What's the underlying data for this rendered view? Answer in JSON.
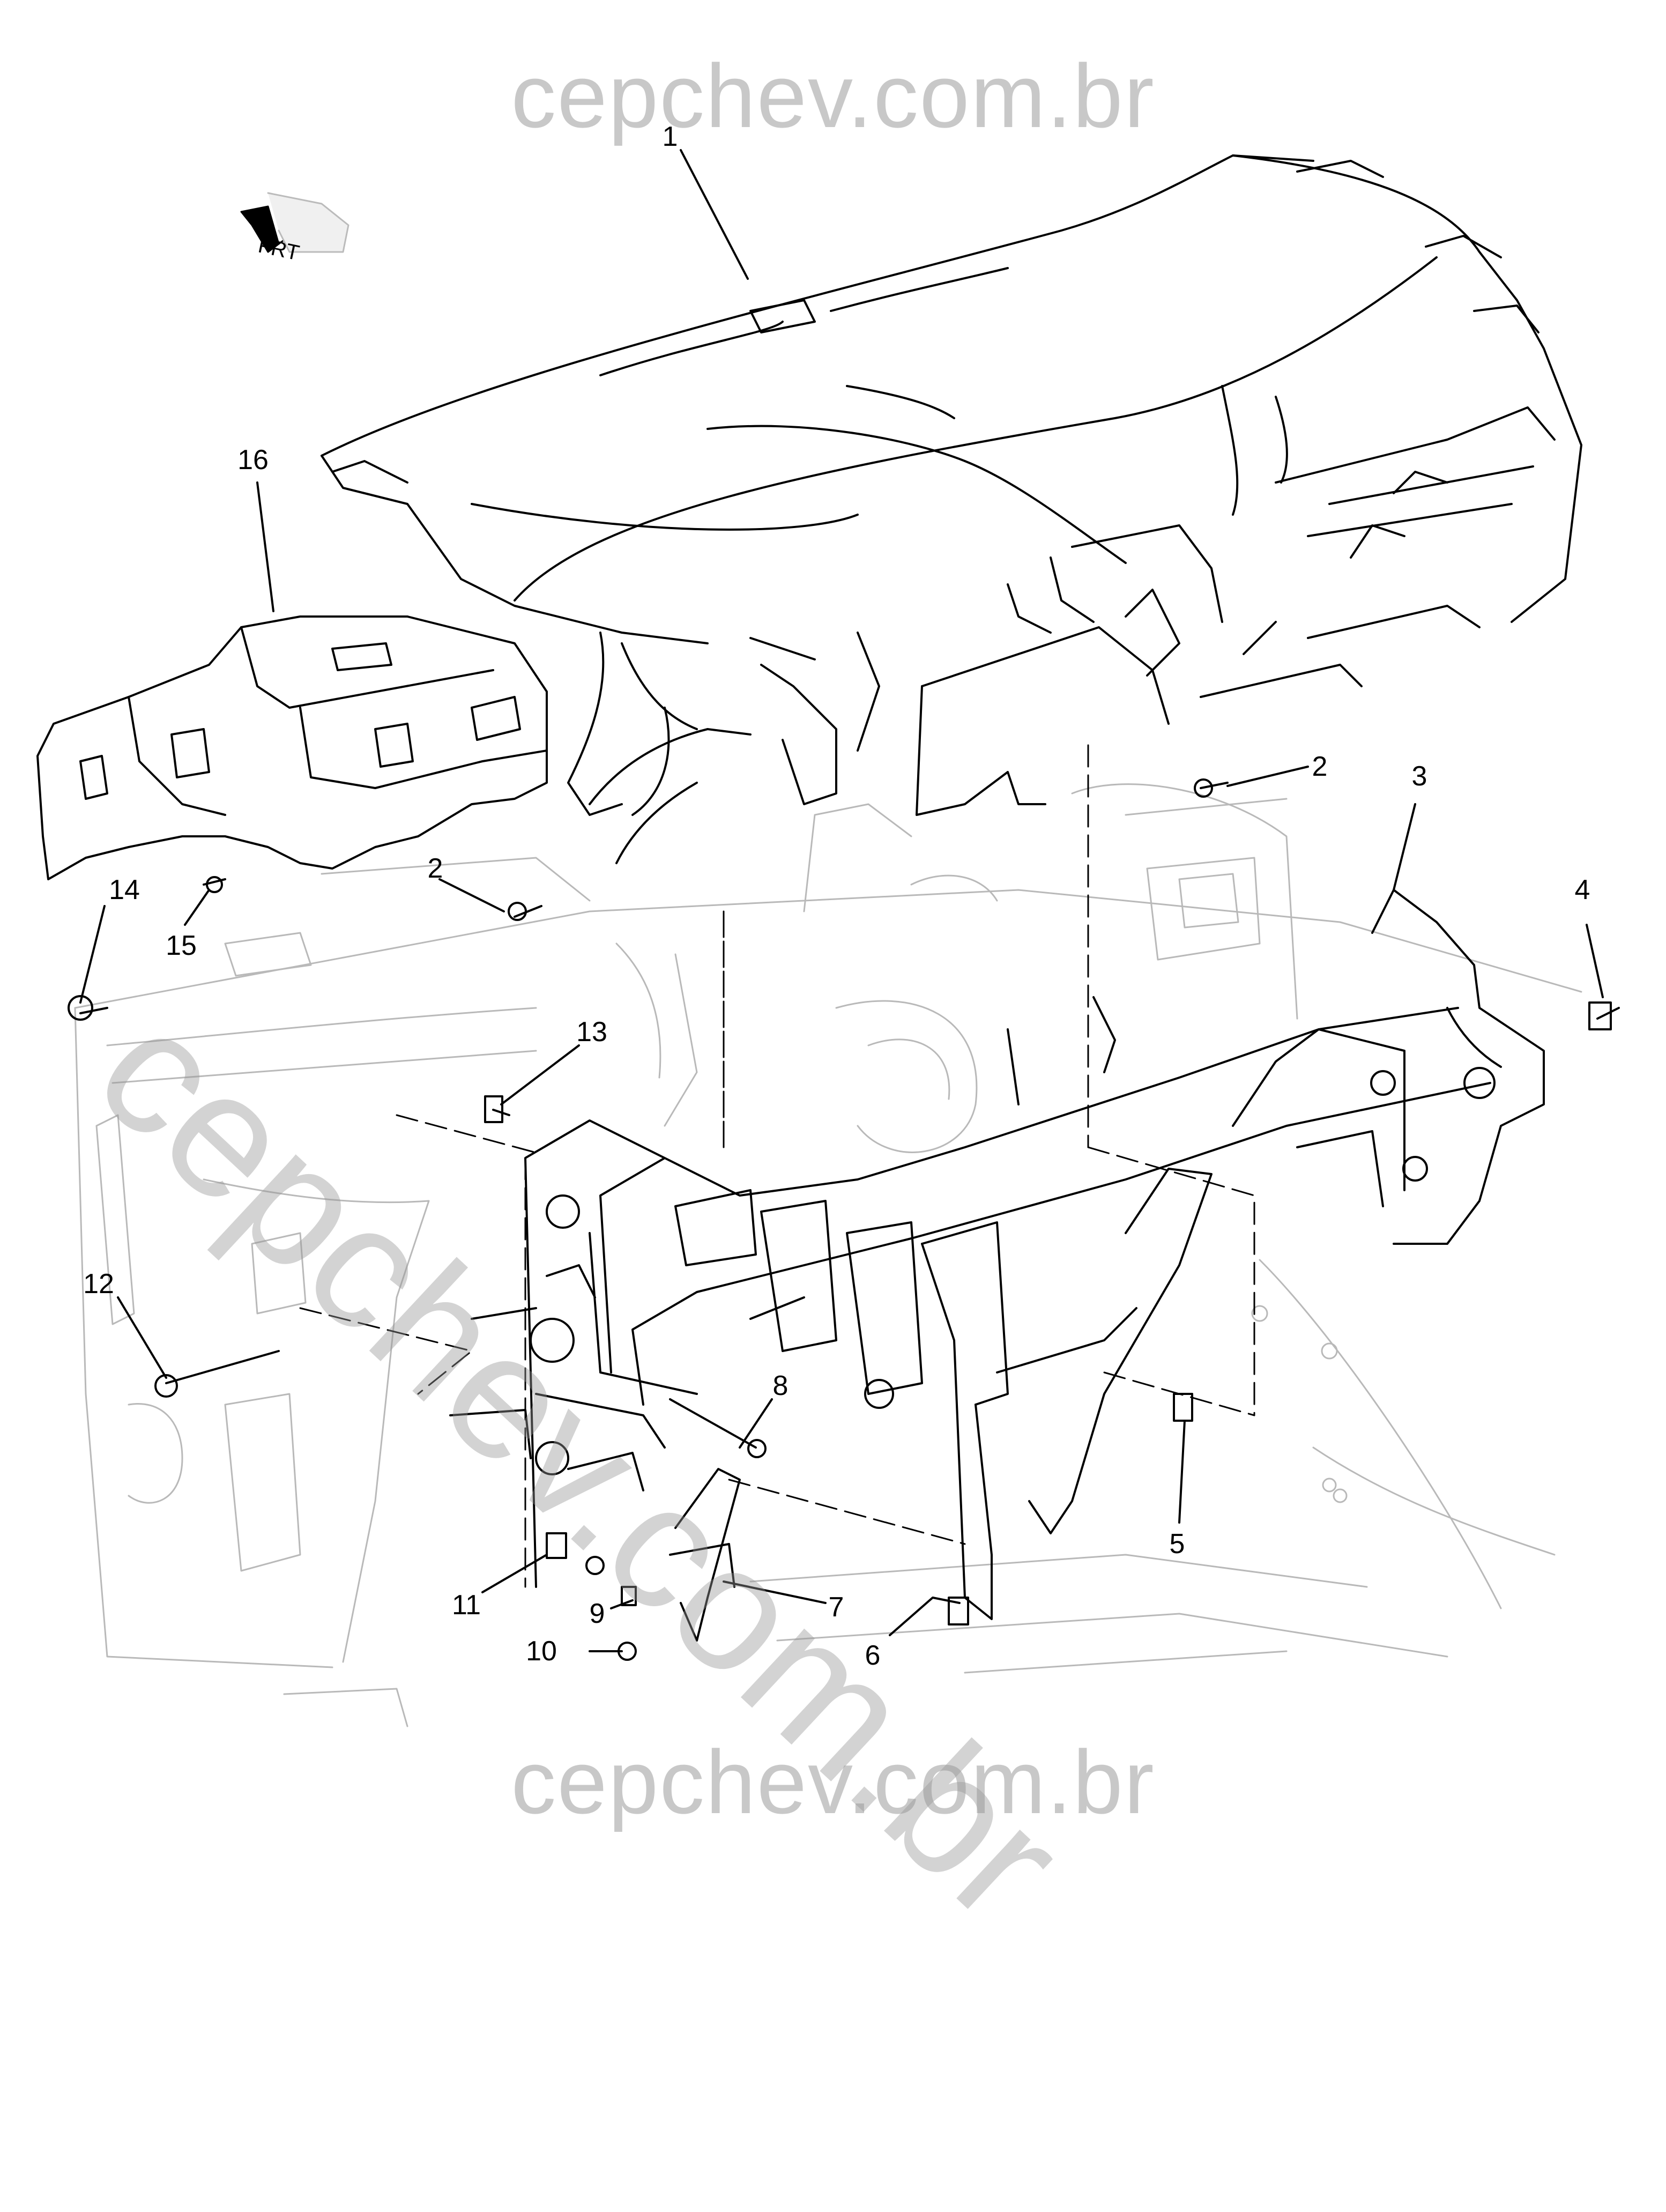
{
  "watermark": {
    "top_text": "cepchev.com.br",
    "diagonal_text": "cepchev.com.br",
    "bottom_text": "cepchev.com.br"
  },
  "orientation": {
    "label": "FRT"
  },
  "callouts": [
    {
      "id": "c1",
      "label": "1"
    },
    {
      "id": "c2a",
      "label": "2"
    },
    {
      "id": "c2b",
      "label": "2"
    },
    {
      "id": "c3",
      "label": "3"
    },
    {
      "id": "c4",
      "label": "4"
    },
    {
      "id": "c5",
      "label": "5"
    },
    {
      "id": "c6",
      "label": "6"
    },
    {
      "id": "c7",
      "label": "7"
    },
    {
      "id": "c8",
      "label": "8"
    },
    {
      "id": "c9",
      "label": "9"
    },
    {
      "id": "c10",
      "label": "10"
    },
    {
      "id": "c11",
      "label": "11"
    },
    {
      "id": "c12",
      "label": "12"
    },
    {
      "id": "c13",
      "label": "13"
    },
    {
      "id": "c14",
      "label": "14"
    },
    {
      "id": "c15",
      "label": "15"
    },
    {
      "id": "c16",
      "label": "16"
    }
  ]
}
